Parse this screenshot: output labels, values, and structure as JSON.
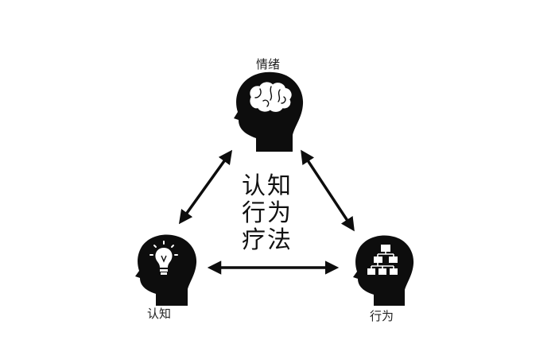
{
  "nodes": {
    "emotion": {
      "label": "情绪",
      "icon": "brain-icon"
    },
    "cognition": {
      "label": "认知",
      "icon": "lightbulb-icon"
    },
    "behavior": {
      "label": "行为",
      "icon": "flowchart-icon"
    }
  },
  "center_title": {
    "line1": "认知",
    "line2": "行为",
    "line3": "疗法"
  },
  "colors": {
    "ink": "#0d0d0d",
    "background": "#ffffff"
  }
}
